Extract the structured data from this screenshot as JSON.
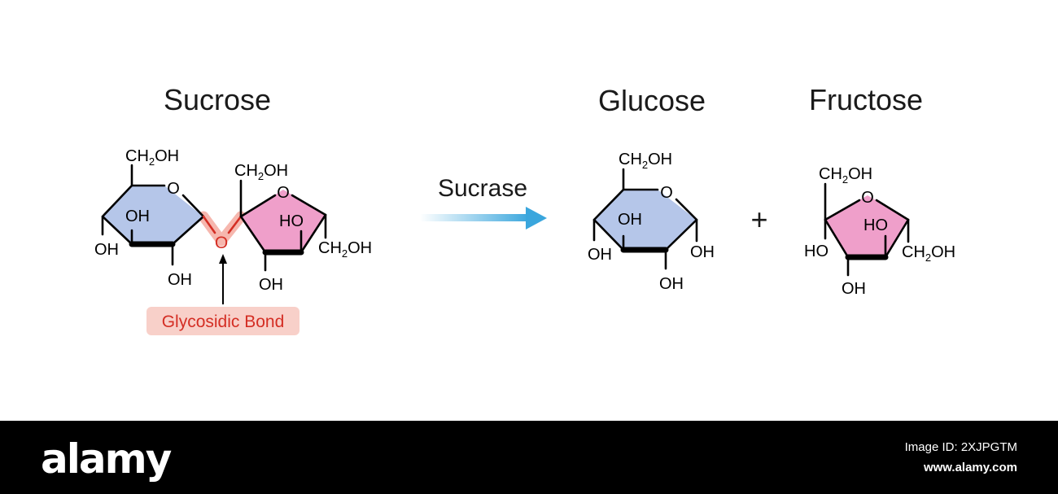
{
  "titles": {
    "sucrose": "Sucrose",
    "glucose": "Glucose",
    "fructose": "Fructose"
  },
  "enzyme": "Sucrase",
  "plus": "+",
  "bond_label": "Glycosidic Bond",
  "atoms": {
    "O": "O",
    "OH": "OH",
    "HO": "HO",
    "CH": "CH",
    "sub2": "2"
  },
  "colors": {
    "glucose_ring": "#b5c6e9",
    "fructose_ring": "#ef9fca",
    "bond_highlight": "#f6b7ae",
    "bond_text": "#d42e24",
    "arrow": "#3aa6dd"
  },
  "footer": {
    "logo": "alamy",
    "image_id": "Image ID: 2XJPGTM",
    "website": "www.alamy.com"
  }
}
